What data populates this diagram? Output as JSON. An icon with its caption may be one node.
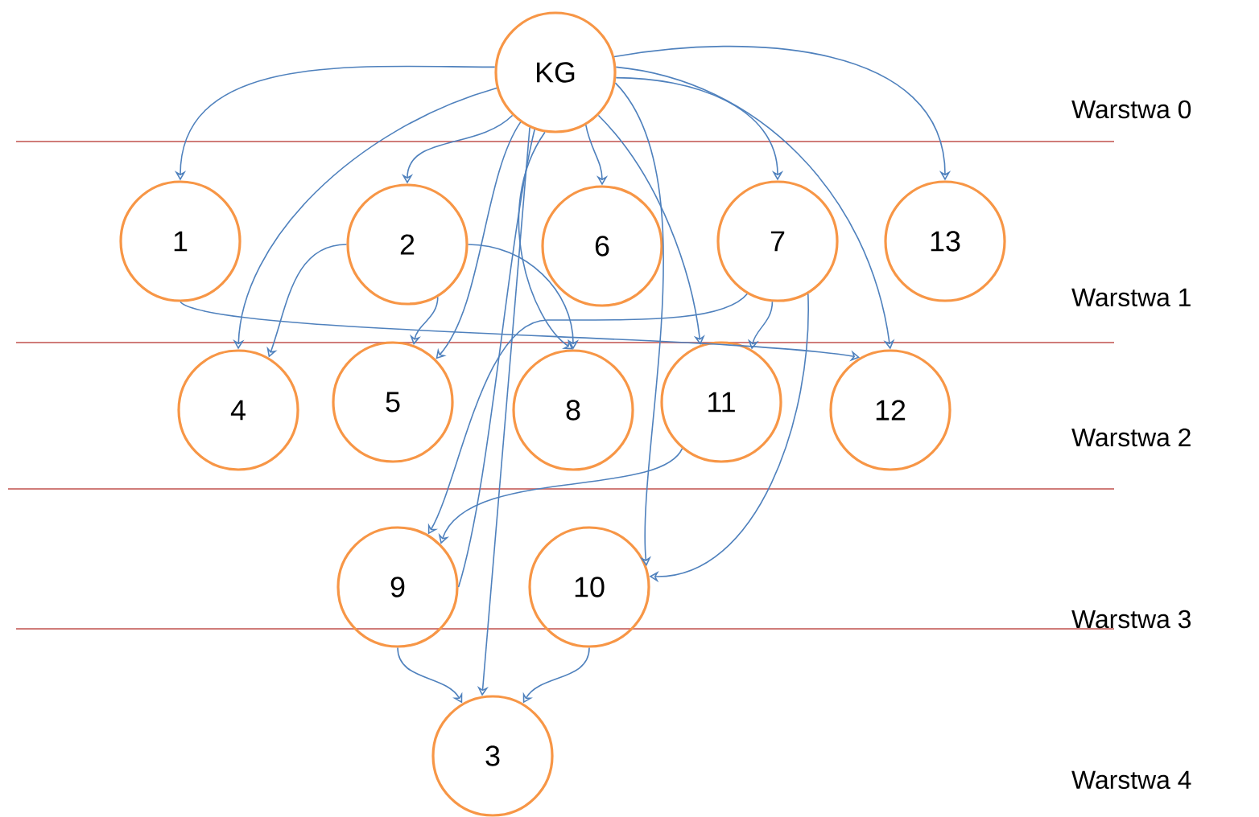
{
  "diagram": {
    "nodes": [
      {
        "text": [
          "KG"
        ]
      },
      {
        "text": [
          "1"
        ]
      },
      {
        "text": [
          "2"
        ]
      },
      {
        "text": [
          "6"
        ]
      },
      {
        "text": [
          "7"
        ]
      },
      {
        "text": [
          "13"
        ]
      },
      {
        "text": [
          "4"
        ]
      },
      {
        "text": [
          "5"
        ]
      },
      {
        "text": [
          "8"
        ]
      },
      {
        "text": [
          "11"
        ]
      },
      {
        "text": [
          "12"
        ]
      },
      {
        "text": [
          "9"
        ]
      },
      {
        "text": [
          "10"
        ]
      },
      {
        "text": [
          "3"
        ]
      }
    ],
    "edges": [
      {
        "from": 0,
        "to": 1,
        "arrow": "to"
      },
      {
        "from": 0,
        "to": 6,
        "arrow": "to"
      },
      {
        "from": 0,
        "to": 2,
        "arrow": "to"
      },
      {
        "from": 0,
        "to": 7,
        "arrow": "to"
      },
      {
        "from": 0,
        "to": 13,
        "arrow": "to"
      },
      {
        "from": 0,
        "to": 11,
        "arrow": "none"
      },
      {
        "from": 0,
        "to": 8,
        "arrow": "to"
      },
      {
        "from": 0,
        "to": 3,
        "arrow": "to"
      },
      {
        "from": 0,
        "to": 9,
        "arrow": "to"
      },
      {
        "from": 0,
        "to": 12,
        "arrow": "to"
      },
      {
        "from": 0,
        "to": 4,
        "arrow": "to"
      },
      {
        "from": 0,
        "to": 10,
        "arrow": "to"
      },
      {
        "from": 0,
        "to": 5,
        "arrow": "to"
      },
      {
        "from": 1,
        "to": 10,
        "arrow": "to"
      },
      {
        "from": 2,
        "to": 6,
        "arrow": "to"
      },
      {
        "from": 2,
        "to": 7,
        "arrow": "to"
      },
      {
        "from": 2,
        "to": 8,
        "arrow": "to"
      },
      {
        "from": 4,
        "to": 9,
        "arrow": "to"
      },
      {
        "from": 4,
        "to": 11,
        "arrow": "to"
      },
      {
        "from": 4,
        "to": 12,
        "arrow": "to"
      },
      {
        "from": 9,
        "to": 11,
        "arrow": "to"
      },
      {
        "from": 11,
        "to": 13,
        "arrow": "to"
      },
      {
        "from": 12,
        "to": 13,
        "arrow": "to"
      }
    ],
    "labels": [
      "Warstwa 0",
      "Warstwa 1",
      "Warstwa 2",
      "Warstwa 3",
      "Warstwa 4"
    ]
  }
}
